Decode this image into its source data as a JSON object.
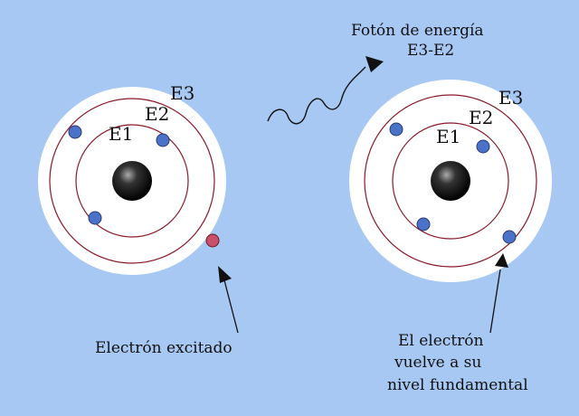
{
  "photon": {
    "label_line1": "Fotón de energía",
    "label_line2": "E3-E2"
  },
  "left_atom": {
    "orbit_labels": {
      "e1": "E1",
      "e2": "E2",
      "e3": "E3"
    },
    "caption": "Electrón excitado"
  },
  "right_atom": {
    "orbit_labels": {
      "e1": "E1",
      "e2": "E2",
      "e3": "E3"
    },
    "caption_line1": "El electrón",
    "caption_line2": "vuelve a su",
    "caption_line3": "nivel fundamental"
  },
  "colors": {
    "background": "#a8c8f4",
    "disk": "#ffffff",
    "orbit": "#8a1a2a",
    "electron": "#4a72c8",
    "excited_electron": "#c8506a",
    "nucleus": "#111111"
  }
}
